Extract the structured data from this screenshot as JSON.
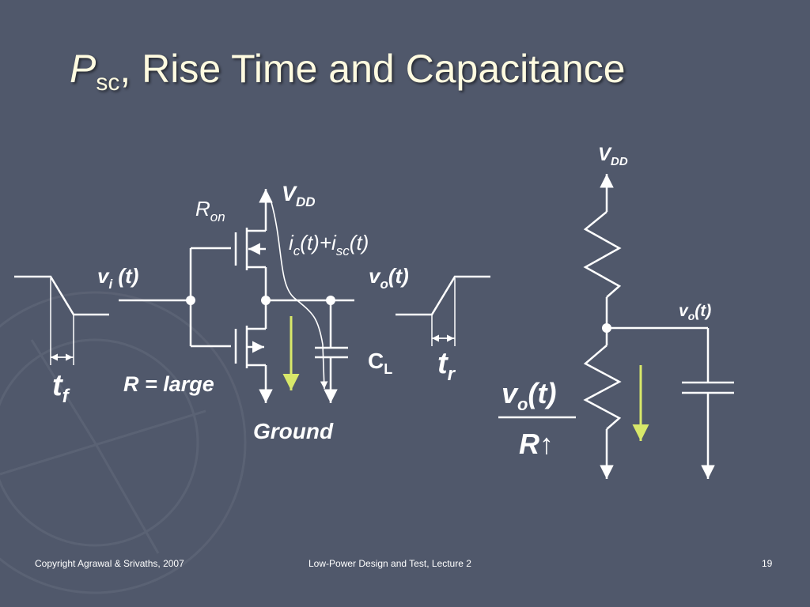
{
  "slide": {
    "title": {
      "symbol": "P",
      "subscript": "sc",
      "rest": ", Rise Time and Capacitance"
    },
    "footer": {
      "left": "Copyright Agrawal & Srivaths, 2007",
      "center": "Low-Power Design and Test, Lecture 2",
      "page": "19"
    }
  },
  "diagram": {
    "vdd_main": {
      "base": "V",
      "sub": "DD"
    },
    "vdd_right": {
      "base": "V",
      "sub": "DD"
    },
    "ron": {
      "base": "R",
      "sub": "on"
    },
    "current": {
      "a": "i",
      "a_sub": "c",
      "b": "(t)+i",
      "b_sub": "sc",
      "c": "(t)"
    },
    "vi": {
      "base": "v",
      "sub": "i",
      "tail": " (t)"
    },
    "vo": {
      "base": "v",
      "sub": "o",
      "tail": "(t)"
    },
    "vo_right": {
      "base": "v",
      "sub": "o",
      "tail": "(t)"
    },
    "cl": {
      "base": "C",
      "sub": "L"
    },
    "r_large": "R = large",
    "ground": "Ground",
    "tf": {
      "base": "t",
      "sub": "f"
    },
    "tr": {
      "base": "t",
      "sub": "r"
    },
    "fraction": {
      "num_base": "v",
      "num_sub": "o",
      "num_tail": "(t)",
      "den": "R↑"
    }
  },
  "colors": {
    "background": "#50586b",
    "title": "#fffbe0",
    "wire": "#ffffff",
    "current_arrow": "#d8e86a"
  }
}
